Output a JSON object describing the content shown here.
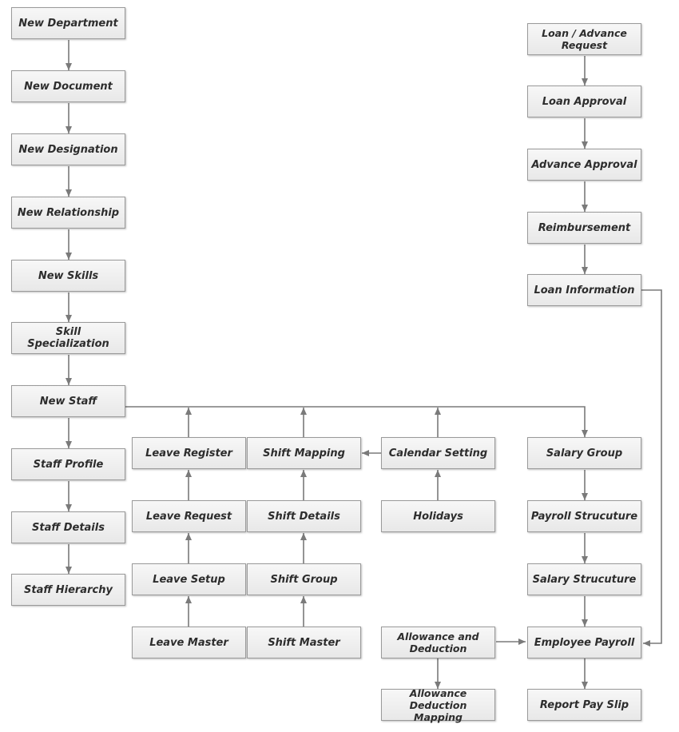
{
  "nodes": {
    "new_department": "New  Department",
    "new_document": "New  Document",
    "new_designation": "New  Designation",
    "new_relationship": "New  Relationship",
    "new_skills": "New  Skills",
    "skill_specialization": "Skill  Specialization",
    "new_staff": "New  Staff",
    "staff_profile": "Staff  Profile",
    "staff_details": "Staff  Details",
    "staff_hierarchy": "Staff  Hierarchy",
    "leave_register": "Leave  Register",
    "leave_request": "Leave  Request",
    "leave_setup": "Leave  Setup",
    "leave_master": "Leave  Master",
    "shift_mapping": "Shift  Mapping",
    "shift_details": "Shift  Details",
    "shift_group": "Shift  Group",
    "shift_master": "Shift  Master",
    "calendar_setting": "Calendar  Setting",
    "holidays": "Holidays",
    "allowance_and_deduction": "Allowance  and  Deduction",
    "allowance_deduction_mapping": "Allowance  Deduction  Mapping",
    "loan_advance_request": "Loan  /  Advance  Request",
    "loan_approval": "Loan  Approval",
    "advance_approval": "Advance  Approval",
    "reimbursement": "Reimbursement",
    "loan_information": "Loan  Information",
    "salary_group": "Salary  Group",
    "payroll_structure": "Payroll  Strucuture",
    "salary_structure": "Salary  Strucuture",
    "employee_payroll": "Employee  Payroll",
    "report_pay_slip": "Report  Pay  Slip"
  },
  "colors": {
    "box_fill_top": "#f7f7f7",
    "box_fill_bottom": "#e8e8e8",
    "box_border": "#9a9a9a",
    "connector": "#7a7a7a",
    "text": "#2d2d2d"
  }
}
